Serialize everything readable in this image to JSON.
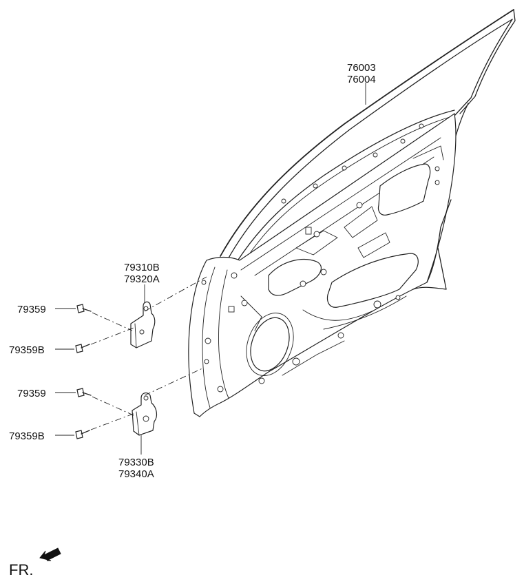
{
  "labels": {
    "door_part_1": "76003",
    "door_part_2": "76004",
    "upper_hinge_1": "79310B",
    "upper_hinge_2": "79320A",
    "bolt_upper_a": "79359",
    "bolt_upper_b": "79359B",
    "bolt_lower_a": "79359",
    "bolt_lower_b": "79359B",
    "lower_hinge_1": "79330B",
    "lower_hinge_2": "79340A",
    "front_indicator": "FR."
  }
}
